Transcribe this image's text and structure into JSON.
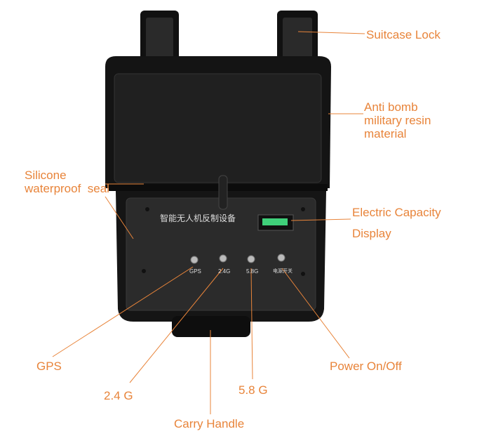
{
  "colors": {
    "accent": "#e8843a",
    "case": "#1a1a1a",
    "display": "#3fd07a"
  },
  "device": {
    "panel_title": "智能无人机反制设备",
    "ports": [
      {
        "label": "GPS"
      },
      {
        "label": "2.4G"
      },
      {
        "label": "5.8G"
      },
      {
        "label": "电源开关"
      }
    ]
  },
  "callouts": {
    "suitcase_lock": "Suitcase Lock",
    "anti_bomb": [
      "Anti bomb",
      "military resin",
      "material"
    ],
    "silicone": [
      "Silicone",
      "waterproof  seal"
    ],
    "electric": [
      "Electric Capacity",
      "Display"
    ],
    "gps": "GPS",
    "g24": "2.4 G",
    "g58": "5.8 G",
    "power": "Power On/Off",
    "carry": "Carry Handle"
  }
}
